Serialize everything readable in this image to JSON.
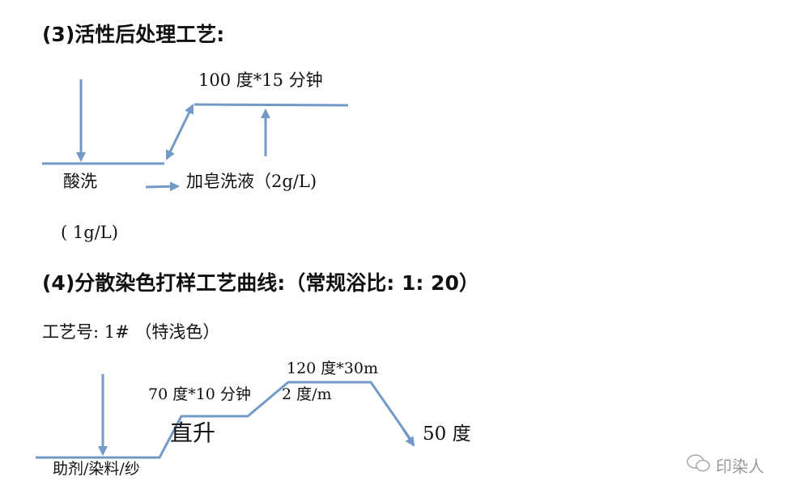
{
  "section3": {
    "heading": "(3)活性后处理工艺:",
    "temp_label": "100 度*15 分钟",
    "acid_wash": "酸洗",
    "acid_dose": "( 1g/L)",
    "soap_label": "加皂洗液（2g/L)"
  },
  "section4": {
    "heading": "(4)分散染色打样工艺曲线:（常规浴比: 1: 20）",
    "process_no": "工艺号: 1# （特浅色）",
    "hold1": "70 度*10 分钟",
    "rise_direct": "直升",
    "rate": "2 度/m",
    "hold2": "120 度*30m",
    "cool": "50 度",
    "additives": "助剂/染料/纱"
  },
  "watermark": {
    "text": "印染人",
    "icon": "wechat-icon"
  },
  "colors": {
    "line": "#7399c6"
  }
}
